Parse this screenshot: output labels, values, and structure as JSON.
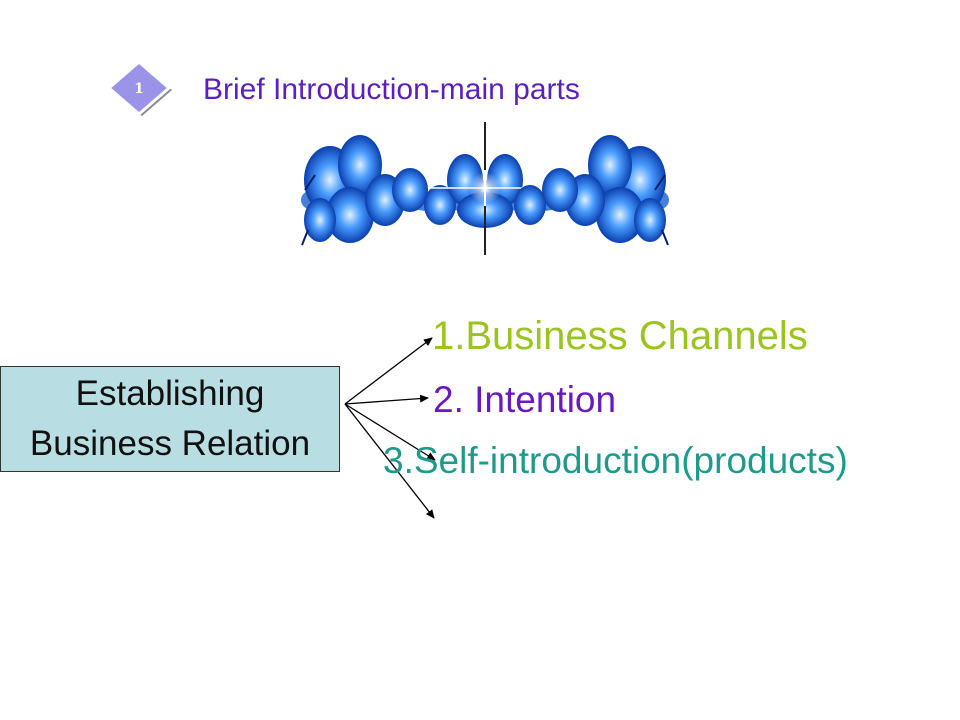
{
  "slide": {
    "badge_number": "1",
    "title": "Brief Introduction-main parts"
  },
  "box": {
    "line1": "Establishing",
    "line2": "Business Relation"
  },
  "items": [
    {
      "label": "1.Business Channels"
    },
    {
      "label": "2. Intention"
    },
    {
      "label": "3.Self-introduction(products)"
    }
  ],
  "colors": {
    "title": "#5a1fc0",
    "badge_fill": "#9a93e8",
    "ornament_blue": "#2f7ff0",
    "box_fill": "#b8dde2",
    "item1": "#9ac41e",
    "item2": "#6a18c0",
    "item3": "#1f9a8a"
  },
  "decor": {
    "ornament": "blue-flower-garland-icon"
  }
}
